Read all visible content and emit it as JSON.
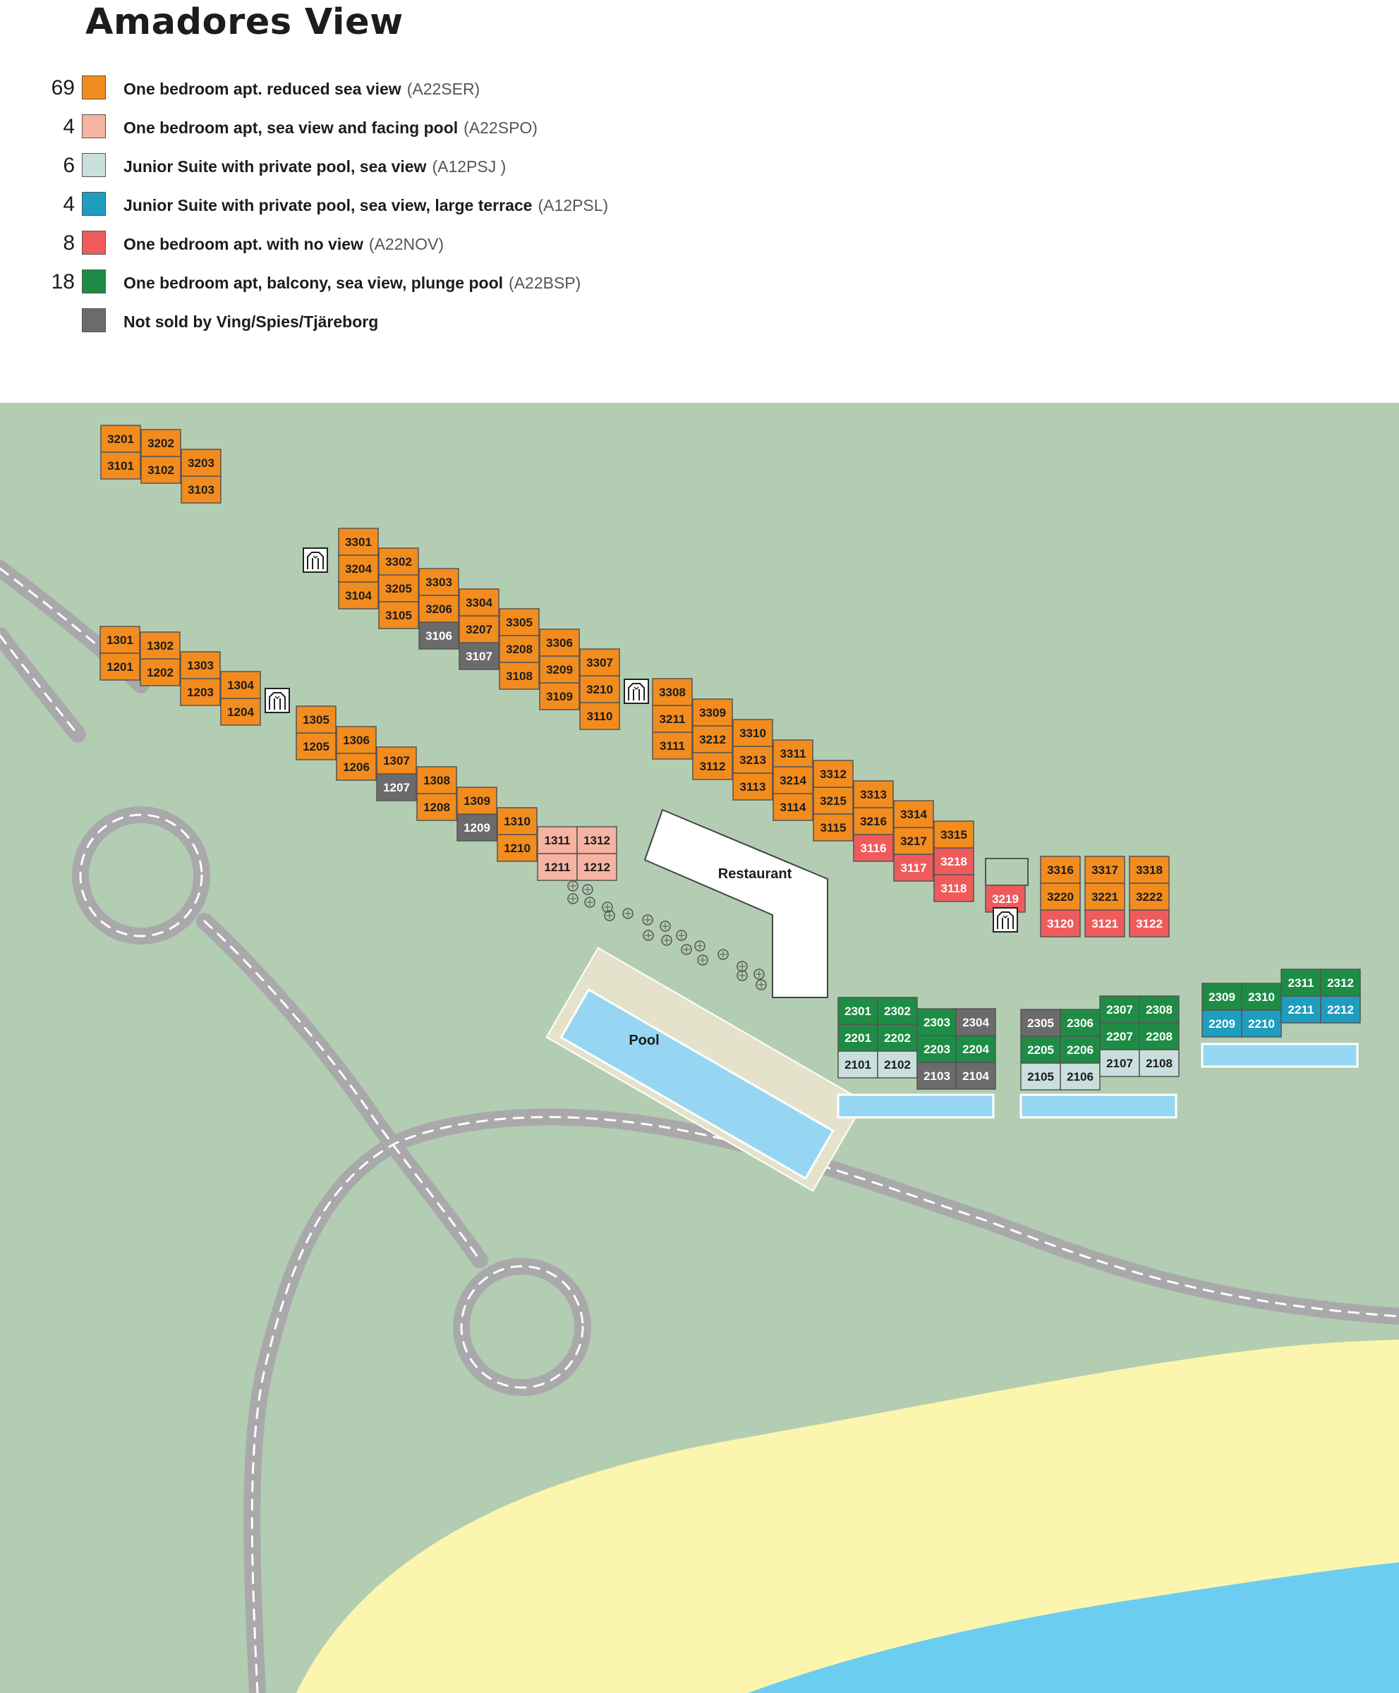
{
  "title": "Amadores View",
  "legend": [
    {
      "count": "69",
      "color": "#F28C1E",
      "label": "One bedroom apt. reduced sea view",
      "code": "(A22SER)"
    },
    {
      "count": "4",
      "color": "#F6B3A2",
      "label": "One bedroom apt, sea view and facing pool",
      "code": "(A22SPO)"
    },
    {
      "count": "6",
      "color": "#C9DFDB",
      "label": "Junior Suite with private pool, sea view",
      "code": "(A12PSJ )"
    },
    {
      "count": "4",
      "color": "#1F9DBE",
      "label": "Junior Suite with private pool, sea view, large terrace",
      "code": "(A12PSL)"
    },
    {
      "count": "8",
      "color": "#EF5B5B",
      "label": "One bedroom apt. with no view",
      "code": "(A22NOV)"
    },
    {
      "count": "18",
      "color": "#1E8C45",
      "label": "One bedroom apt, balcony, sea view, plunge pool",
      "code": "(A22BSP)"
    },
    {
      "count": "",
      "color": "#6B6B6B",
      "label": "Not sold by Ving/Spies/Tjäreborg",
      "code": ""
    }
  ],
  "map_labels": {
    "restaurant": "Restaurant",
    "pool": "Pool"
  },
  "units": {
    "orange": [
      "3201",
      "3202",
      "3101",
      "3102",
      "3203",
      "3103",
      "3301",
      "3302",
      "3303",
      "3304",
      "3305",
      "3306",
      "3307",
      "3204",
      "3205",
      "3206",
      "3207",
      "3208",
      "3209",
      "3210",
      "3104",
      "3105",
      "3108",
      "3109",
      "3110",
      "1301",
      "1302",
      "1201",
      "1202",
      "1303",
      "1203",
      "1304",
      "1204",
      "1305",
      "1306",
      "1307",
      "1308",
      "1309",
      "1310",
      "1205",
      "1206",
      "1208",
      "1210",
      "3308",
      "3309",
      "3310",
      "3311",
      "3312",
      "3313",
      "3314",
      "3315",
      "3211",
      "3212",
      "3213",
      "3214",
      "3215",
      "3216",
      "3217",
      "3111",
      "3112",
      "3113",
      "3114",
      "3115",
      "3316",
      "3317",
      "3318",
      "3220",
      "3221",
      "3222"
    ],
    "salmon": [
      "1311",
      "1312",
      "1211",
      "1212"
    ],
    "lightblue": [
      "2101",
      "2102",
      "2105",
      "2106",
      "2107",
      "2108"
    ],
    "teal": [
      "2209",
      "2210",
      "2211",
      "2212"
    ],
    "red": [
      "3116",
      "3117",
      "3218",
      "3118",
      "3219",
      "3120",
      "3121",
      "3122"
    ],
    "green": [
      "2301",
      "2302",
      "2303",
      "2304",
      "2201",
      "2202",
      "2203",
      "2204",
      "2305",
      "2306",
      "2307",
      "2308",
      "2205",
      "2206",
      "2207",
      "2208",
      "2309",
      "2310",
      "2311",
      "2312"
    ],
    "gray": [
      "3106",
      "3107",
      "1207",
      "1209",
      "2304",
      "2103",
      "2104",
      "2305"
    ]
  },
  "colors": {
    "grass": "#B3CDB3",
    "road": "#A9A9AB",
    "sand": "#FCF5AE",
    "sea": "#6BCDF0",
    "pool": "#97D6F2",
    "pool_deck": "#E5E2CC"
  },
  "icons": [
    "stairs-icon",
    "stairs-icon",
    "stairs-icon",
    "stairs-icon"
  ]
}
